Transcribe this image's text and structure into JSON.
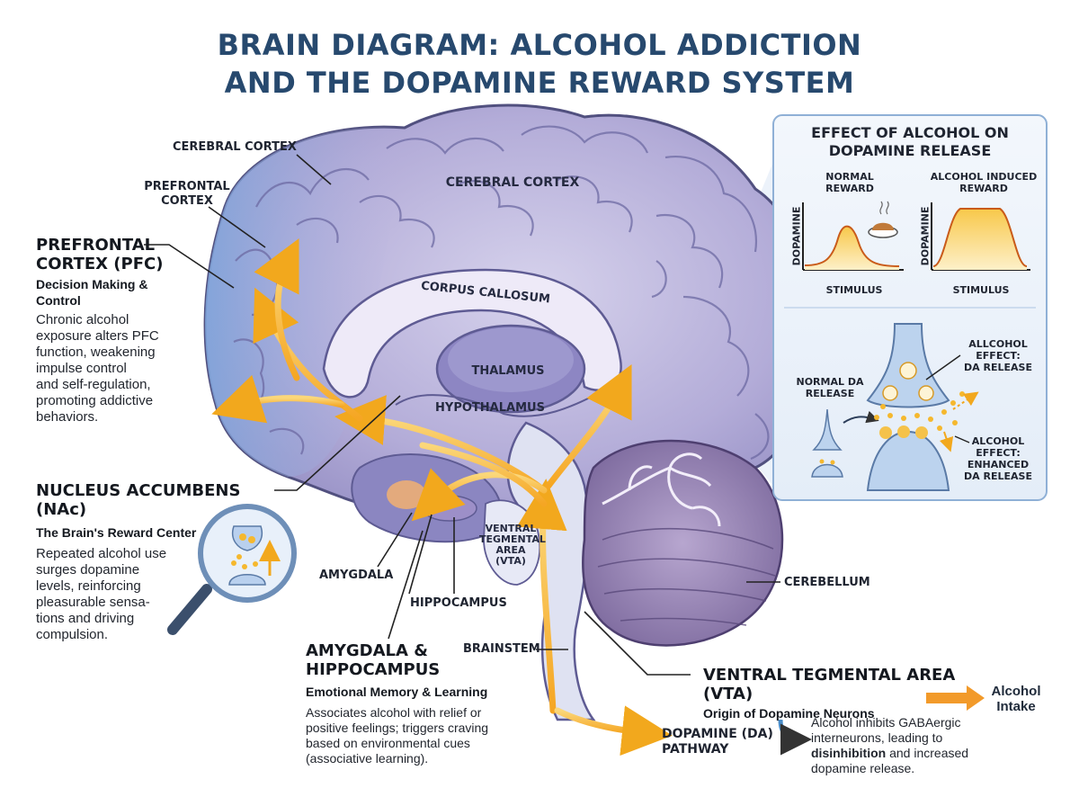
{
  "title": {
    "line1": "BRAIN DIAGRAM: ALCOHOL ADDICTION",
    "line2": "AND THE DOPAMINE REWARD SYSTEM"
  },
  "labels": {
    "cerebral_cortex_outer": "CEREBRAL CORTEX",
    "prefrontal_cortex": [
      "PREFRONTAL",
      "CORTEX"
    ],
    "cerebral_cortex_inner": "CEREBRAL CORTEX",
    "corpus_callosum": "CORPUS CALLOSUM",
    "thalamus": "THALAMUS",
    "hypothalamus": "HYPOTHALAMUS",
    "vta": [
      "VENTRAL",
      "TEGMENTAL",
      "AREA",
      "(VTA)"
    ],
    "amygdala": "AMYGDALA",
    "hippocampus": "HIPPOCAMPUS",
    "brainstem": "BRAINSTEM",
    "cerebellum": "CEREBELLUM"
  },
  "pfc": {
    "heading": [
      "PREFRONTAL",
      "CORTEX (PFC)"
    ],
    "sub": [
      "Decision Making &",
      "Control"
    ],
    "body": [
      "Chronic alcohol",
      "exposure alters PFC",
      "function, weakening",
      "impulse control",
      "and self-regulation,",
      "promoting addictive",
      "behaviors."
    ]
  },
  "nac": {
    "heading": "NUCLEUS ACCUMBENS (NAc)",
    "sub": "The Brain's Reward Center",
    "body": [
      "Repeated alcohol use",
      "surges dopamine",
      "levels, reinforcing",
      "pleasurable sensa-",
      "tions and driving",
      "compulsion."
    ]
  },
  "amy_hippo": {
    "heading": [
      "AMYGDALA &",
      "HIPPOCAMPUS"
    ],
    "sub": "Emotional Memory & Learning",
    "body": [
      "Associates alcohol with relief or",
      "positive feelings; triggers craving",
      "based on environmental cues",
      "(associative learning)."
    ]
  },
  "vta_block": {
    "heading": "VENTRAL TEGMENTAL AREA (VTA)",
    "sub": "Origin of Dopamine Neurons",
    "body_pre": [
      "Alcohol inhibits GABAergic",
      "interneurons, leading to"
    ],
    "body_bold": "disinhibition",
    "body_post_1": " and increased",
    "body_post_2": "dopamine release."
  },
  "alcohol_intake": [
    "Alcohol",
    "Intake"
  ],
  "dopamine_pathway": [
    "DOPAMINE (DA)",
    "PATHWAY"
  ],
  "inset": {
    "title": [
      "EFFECT OF ALCOHOL ON",
      "DOPAMINE RELEASE"
    ],
    "normal_reward": [
      "NORMAL",
      "REWARD"
    ],
    "alcohol_reward": [
      "ALCOHOL INDUCED",
      "REWARD"
    ],
    "ylabel": "DOPAMINE",
    "xlabel": "STIMULUS",
    "normal_da_release": [
      "NORMAL DA",
      "RELEASE"
    ],
    "alc_effect_da": [
      "ALLCOHOL",
      "EFFECT:",
      "DA RELEASE"
    ],
    "alc_effect_enhanced": [
      "ALCOHOL",
      "EFFECT:",
      "ENHANCED",
      "DA RELEASE"
    ]
  },
  "colors": {
    "title": "#27496e",
    "pathway": "#f5b82e",
    "frontal_blue": "#8fb3e0",
    "brain_purple": "#a9a3d2",
    "inset_bg": "#eef4fb"
  }
}
